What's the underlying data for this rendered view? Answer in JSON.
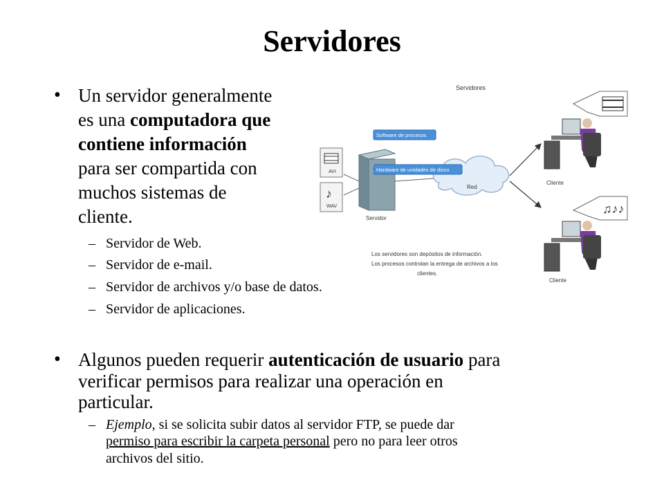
{
  "slide": {
    "title": "Servidores",
    "bullet1": {
      "lines": [
        "Un servidor generalmente",
        "es una",
        "computadora que",
        "contiene información",
        "para ser compartida con",
        "muchos sistemas de",
        "cliente."
      ],
      "subitems": [
        "Servidor de Web.",
        "Servidor de e-mail.",
        "Servidor de archivos y/o base de datos.",
        "Servidor de aplicaciones."
      ]
    },
    "bullet2": {
      "pre": "Algunos pueden requerir",
      "bold": "autenticación de usuario",
      "post": "para",
      "line2": "verificar permisos para realizar una operación en",
      "line3": "particular.",
      "example": {
        "italic": "Ejemplo",
        "text1": ", si se solicita subir datos al servidor FTP, se puede dar",
        "underlined": "permiso para escribir la carpeta personal",
        "text2": " pero no para leer otros",
        "text3": "archivos del sitio."
      }
    }
  },
  "diagram": {
    "title": "Servidores",
    "software_label": "Software de procesos",
    "hardware_label": "Hardware de unidades de disco",
    "network_label": "Red",
    "server_label": "Servidor",
    "client_label_top": "Cliente",
    "client_label_bottom": "Cliente",
    "file_avi": "AVI",
    "file_wav": "WAV",
    "caption_lines": [
      "Los servidores son depósitos de información.",
      "Los procesos controlan la entrega de archivos a los",
      "clientes."
    ],
    "colors": {
      "label_box": "#4a90d9",
      "server": "#8aa3ad",
      "cloud": "#e4eef8",
      "cloud_stroke": "#9fb4cc",
      "person": "#7a3c9e"
    }
  }
}
